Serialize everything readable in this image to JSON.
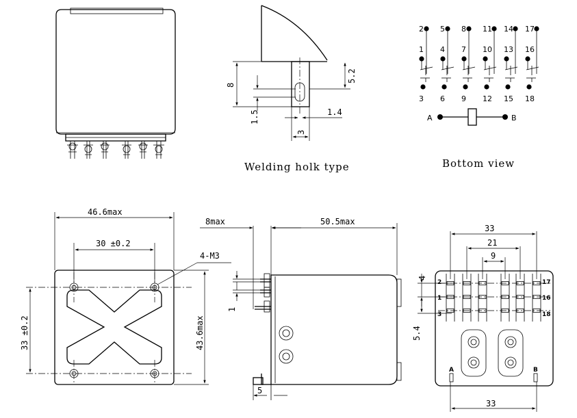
{
  "captions": {
    "welding": "Welding holk type",
    "bottom": "Bottom view"
  },
  "dims": {
    "welding_height": "8",
    "welding_top": "5.2",
    "welding_slot": "1.5",
    "welding_width": "1.4",
    "welding_pitch": "3",
    "width_max": "46.6max",
    "hole_spacing": "30 ±0.2",
    "thread": "4-M3",
    "vert_spacing": "33 ±0.2",
    "height_max": "43.6max",
    "side_offset": "8max",
    "length_max": "50.5max",
    "side_small": "1",
    "side_base": "5",
    "pins_outer": "33",
    "pins_mid": "21",
    "pins_inner": "9",
    "row_gap": "4",
    "row_offset": "5.4",
    "bottom_span": "33"
  },
  "schematic": {
    "top_pins": [
      "2",
      "5",
      "8",
      "11",
      "14",
      "17"
    ],
    "mid_pins": [
      "1",
      "4",
      "7",
      "10",
      "13",
      "16"
    ],
    "bot_pins": [
      "3",
      "6",
      "9",
      "12",
      "15",
      "18"
    ],
    "coil_a": "A",
    "coil_b": "B"
  },
  "pin_labels": {
    "row1_left": "2",
    "row2_left": "1",
    "row3_left": "3",
    "row1_right": "17",
    "row2_right": "16",
    "row3_right": "18",
    "coil_left": "A",
    "coil_right": "B"
  }
}
